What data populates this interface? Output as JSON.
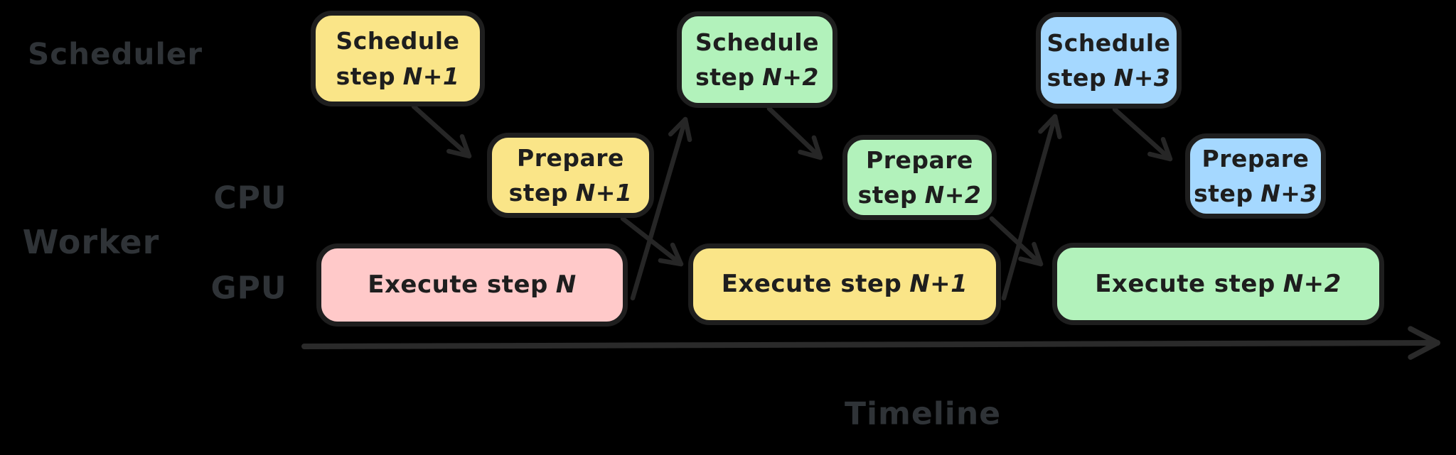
{
  "diagram": {
    "title_none": "",
    "row_labels": {
      "scheduler": "Scheduler",
      "worker": "Worker",
      "cpu": "CPU",
      "gpu": "GPU"
    },
    "axis": {
      "label": "Timeline"
    },
    "colors": {
      "background": "#000000",
      "yellow": "#fae588",
      "pink": "#ffc9c9",
      "green": "#b2f2bb",
      "blue": "#a5d8ff",
      "stroke": "#1e1e1e",
      "arrow": "#262626",
      "label_text": "#2f3337"
    },
    "boxes": {
      "schedule_n1": {
        "line1": "Schedule",
        "line2_prefix": "step",
        "step": "N+1",
        "color": "#fae588"
      },
      "prepare_n1": {
        "line1": "Prepare",
        "line2_prefix": "step",
        "step": "N+1",
        "color": "#fae588"
      },
      "execute_n": {
        "line1": "Execute step",
        "step": "N",
        "color": "#ffc9c9"
      },
      "schedule_n2": {
        "line1": "Schedule",
        "line2_prefix": "step",
        "step": "N+2",
        "color": "#b2f2bb"
      },
      "prepare_n2": {
        "line1": "Prepare",
        "line2_prefix": "step",
        "step": "N+2",
        "color": "#b2f2bb"
      },
      "execute_n1": {
        "line1": "Execute step",
        "step": "N+1",
        "color": "#fae588"
      },
      "schedule_n3": {
        "line1": "Schedule",
        "line2_prefix": "step",
        "step": "N+3",
        "color": "#a5d8ff"
      },
      "prepare_n3": {
        "line1": "Prepare",
        "line2_prefix": "step",
        "step": "N+3",
        "color": "#a5d8ff"
      },
      "execute_n2": {
        "line1": "Execute step",
        "step": "N+2",
        "color": "#b2f2bb"
      }
    },
    "edges": [
      {
        "from": "schedule_n1",
        "to": "prepare_n1"
      },
      {
        "from": "prepare_n1",
        "to": "execute_n1"
      },
      {
        "from": "execute_n",
        "to": "schedule_n2"
      },
      {
        "from": "schedule_n2",
        "to": "prepare_n2"
      },
      {
        "from": "prepare_n2",
        "to": "execute_n2"
      },
      {
        "from": "execute_n1",
        "to": "schedule_n3"
      },
      {
        "from": "schedule_n3",
        "to": "prepare_n3"
      }
    ]
  }
}
